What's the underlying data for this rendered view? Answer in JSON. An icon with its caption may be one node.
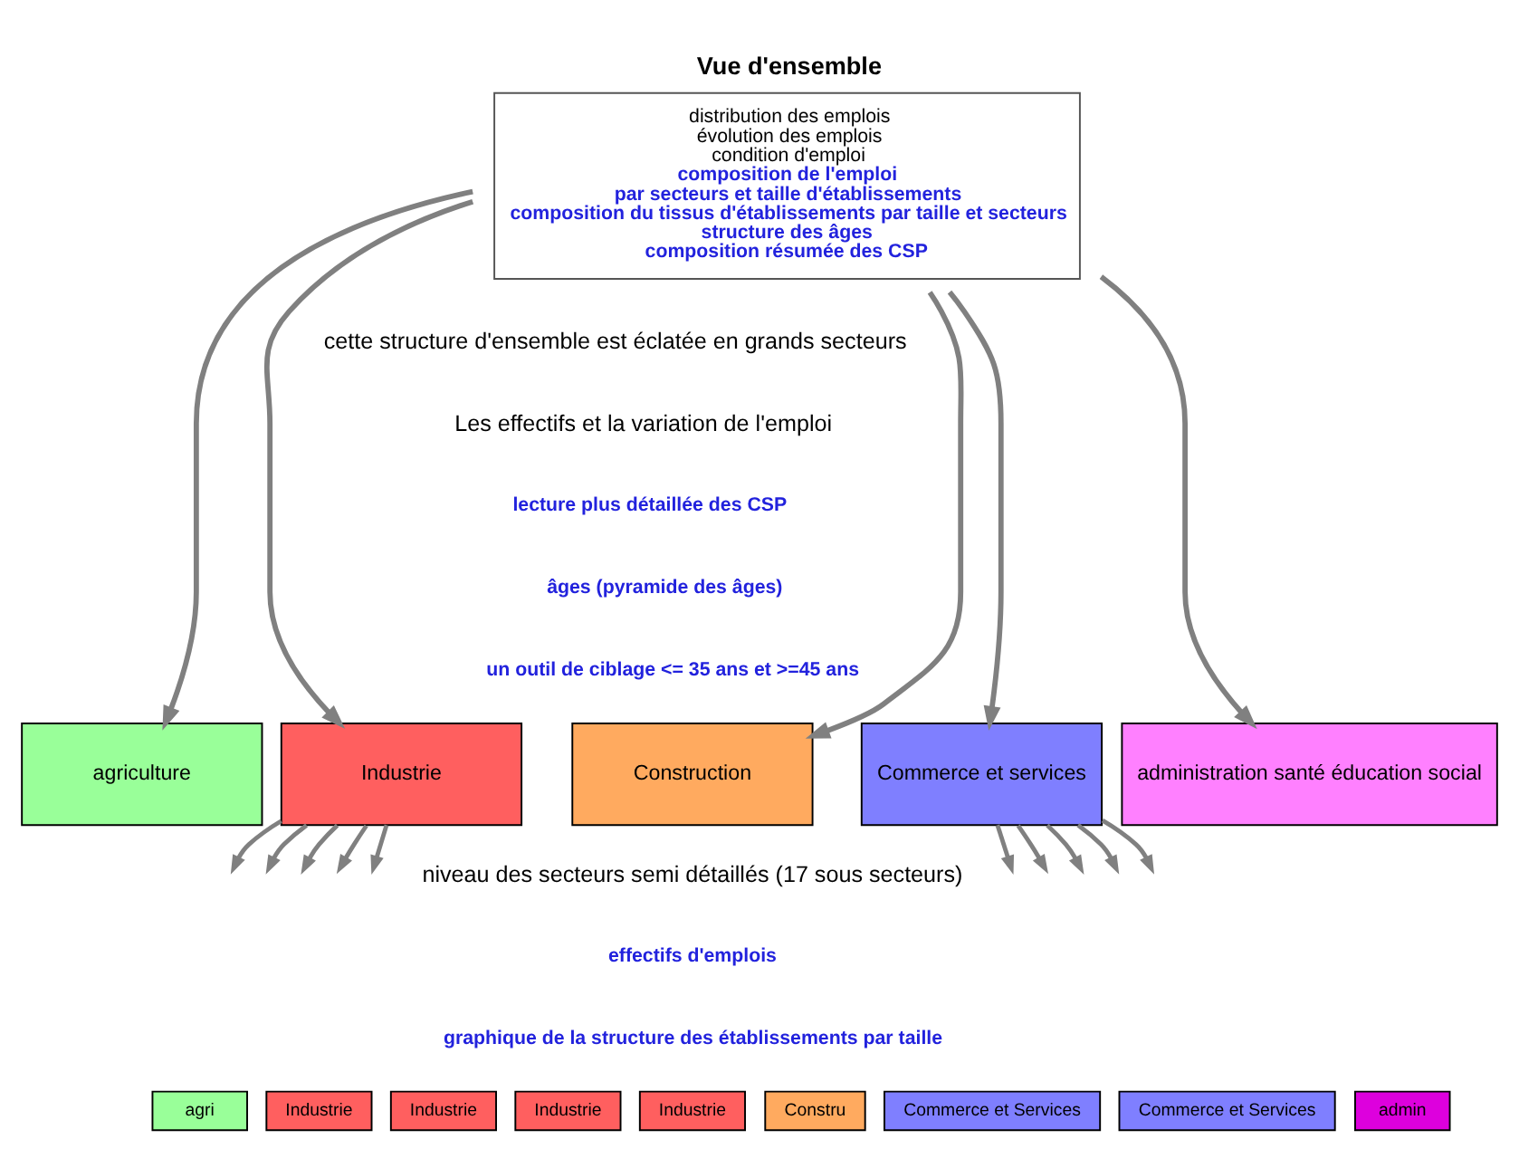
{
  "diagram": {
    "nodes": [
      {
        "text": [
          "Vue d'ensemble",
          "distribution des emplois",
          "évolution des emplois",
          "condition d'emploi",
          "composition de l'emploi",
          "par secteurs et taille d'établissements",
          "composition du tissus d'établissements par taille et secteurs",
          "structure des âges",
          "composition résumée des CSP"
        ]
      },
      {
        "text": [
          "agriculture"
        ]
      },
      {
        "text": [
          "Industrie"
        ]
      },
      {
        "text": [
          "Construction"
        ]
      },
      {
        "text": [
          "Commerce et services"
        ]
      },
      {
        "text": [
          "administration santé éducation social"
        ]
      },
      {
        "text": [
          "agri"
        ]
      },
      {
        "text": [
          "Industrie"
        ]
      },
      {
        "text": [
          "Industrie"
        ]
      },
      {
        "text": [
          "Industrie"
        ]
      },
      {
        "text": [
          "Industrie"
        ]
      },
      {
        "text": [
          "Constru"
        ]
      },
      {
        "text": [
          "Commerce et Services"
        ]
      },
      {
        "text": [
          "Commerce et Services"
        ]
      },
      {
        "text": [
          "admin"
        ]
      }
    ],
    "edges": [
      {
        "from": 0,
        "to": 1,
        "arrow": "to"
      },
      {
        "from": 0,
        "to": 2,
        "arrow": "to"
      },
      {
        "from": 0,
        "to": 3,
        "arrow": "to"
      },
      {
        "from": 0,
        "to": 4,
        "arrow": "to"
      },
      {
        "from": 0,
        "to": 5,
        "arrow": "to"
      },
      {
        "from": 2,
        "to": null,
        "arrow": "to"
      },
      {
        "from": 2,
        "to": null,
        "arrow": "to"
      },
      {
        "from": 2,
        "to": null,
        "arrow": "to"
      },
      {
        "from": 2,
        "to": null,
        "arrow": "to"
      },
      {
        "from": 2,
        "to": null,
        "arrow": "to"
      },
      {
        "from": 4,
        "to": null,
        "arrow": "to"
      },
      {
        "from": 4,
        "to": null,
        "arrow": "to"
      },
      {
        "from": 4,
        "to": null,
        "arrow": "to"
      },
      {
        "from": 4,
        "to": null,
        "arrow": "to"
      },
      {
        "from": 4,
        "to": null,
        "arrow": "to"
      }
    ],
    "labels": [
      "cette structure d'ensemble est éclatée en grands secteurs",
      "Les effectifs et la variation de l'emploi",
      "lecture plus détaillée des CSP",
      "âges (pyramide des âges)",
      "un outil de ciblage <= 35 ans et >=45 ans",
      "niveau des secteurs semi détaillés (17 sous secteurs)",
      "effectifs d'emplois",
      "graphique de la structure des établissements par taille"
    ]
  }
}
